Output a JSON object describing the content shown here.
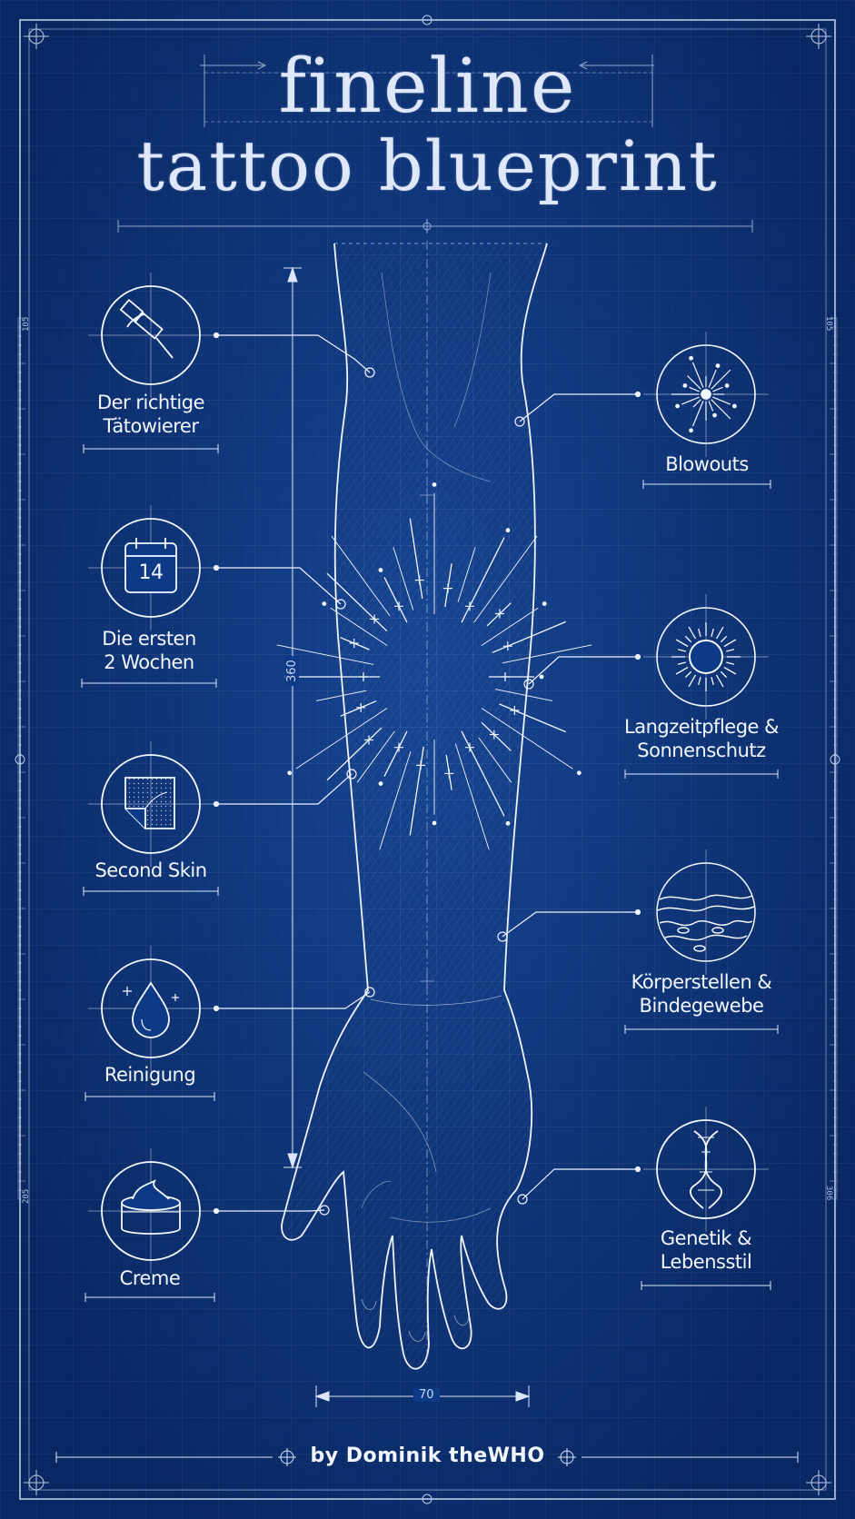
{
  "title": {
    "line1": "fineline",
    "line2": "tattoo blueprint"
  },
  "topics_left": [
    {
      "label": "Der richtige\nTätowierer",
      "icon": "tattoo-machine-icon"
    },
    {
      "label": "Die ersten\n2 Wochen",
      "icon": "calendar-icon",
      "icon_text": "14"
    },
    {
      "label": "Second Skin",
      "icon": "second-skin-icon"
    },
    {
      "label": "Reinigung",
      "icon": "water-drop-icon"
    },
    {
      "label": "Creme",
      "icon": "cream-jar-icon"
    }
  ],
  "topics_right": [
    {
      "label": "Blowouts",
      "icon": "ink-splash-icon"
    },
    {
      "label": "Langzeitpflege &\nSonnenschutz",
      "icon": "sun-icon"
    },
    {
      "label": "Körperstellen &\nBindegewebe",
      "icon": "skin-layers-icon"
    },
    {
      "label": "Genetik &\nLebensstil",
      "icon": "dna-icon"
    }
  ],
  "dimensions": {
    "length": "360",
    "width": "70"
  },
  "scale_marks": {
    "left_upper": "105",
    "left_lower": "205",
    "right_upper": "105",
    "right_lower": "306"
  },
  "byline": "by  Dominik theWHO",
  "colors": {
    "background": "#0d3a86",
    "line": "#e6eefc",
    "text": "#f2f6ff"
  }
}
